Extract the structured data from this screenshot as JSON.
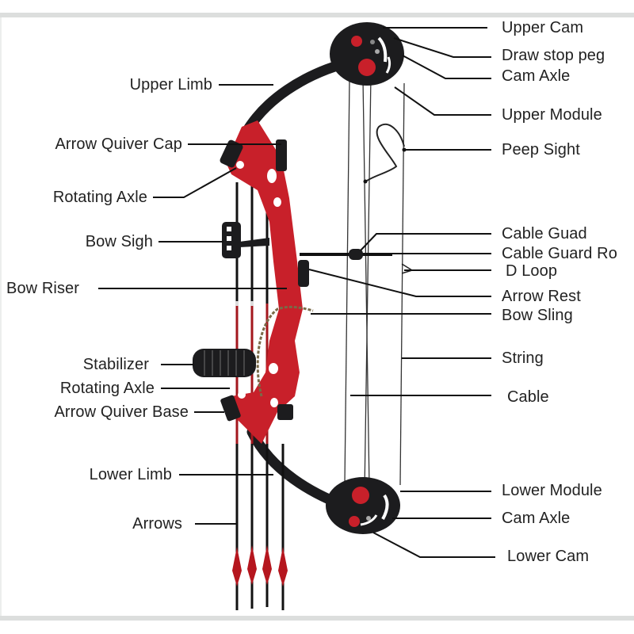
{
  "diagram": {
    "subject": "Compound Bow Parts",
    "colors": {
      "riser": "#c8202a",
      "limb": "#1c1c1e",
      "line": "#111111",
      "frame": "#dcdedd"
    },
    "labels_left": [
      "Upper Limb",
      "Arrow Quiver Cap",
      "Rotating Axle",
      "Bow Sigh",
      "Bow Riser",
      "Stabilizer",
      "Rotating Axle",
      "Arrow Quiver Base",
      "Lower Limb",
      "Arrows"
    ],
    "labels_right": [
      "Upper Cam",
      "Draw stop peg",
      "Cam Axle",
      "Upper Module",
      "Peep Sight",
      "Cable Guad",
      "Cable Guard Ro",
      "D Loop",
      "Arrow Rest",
      "Bow Sling",
      "String",
      "Cable",
      "Lower Module",
      "Cam Axle",
      "Lower Cam"
    ]
  }
}
